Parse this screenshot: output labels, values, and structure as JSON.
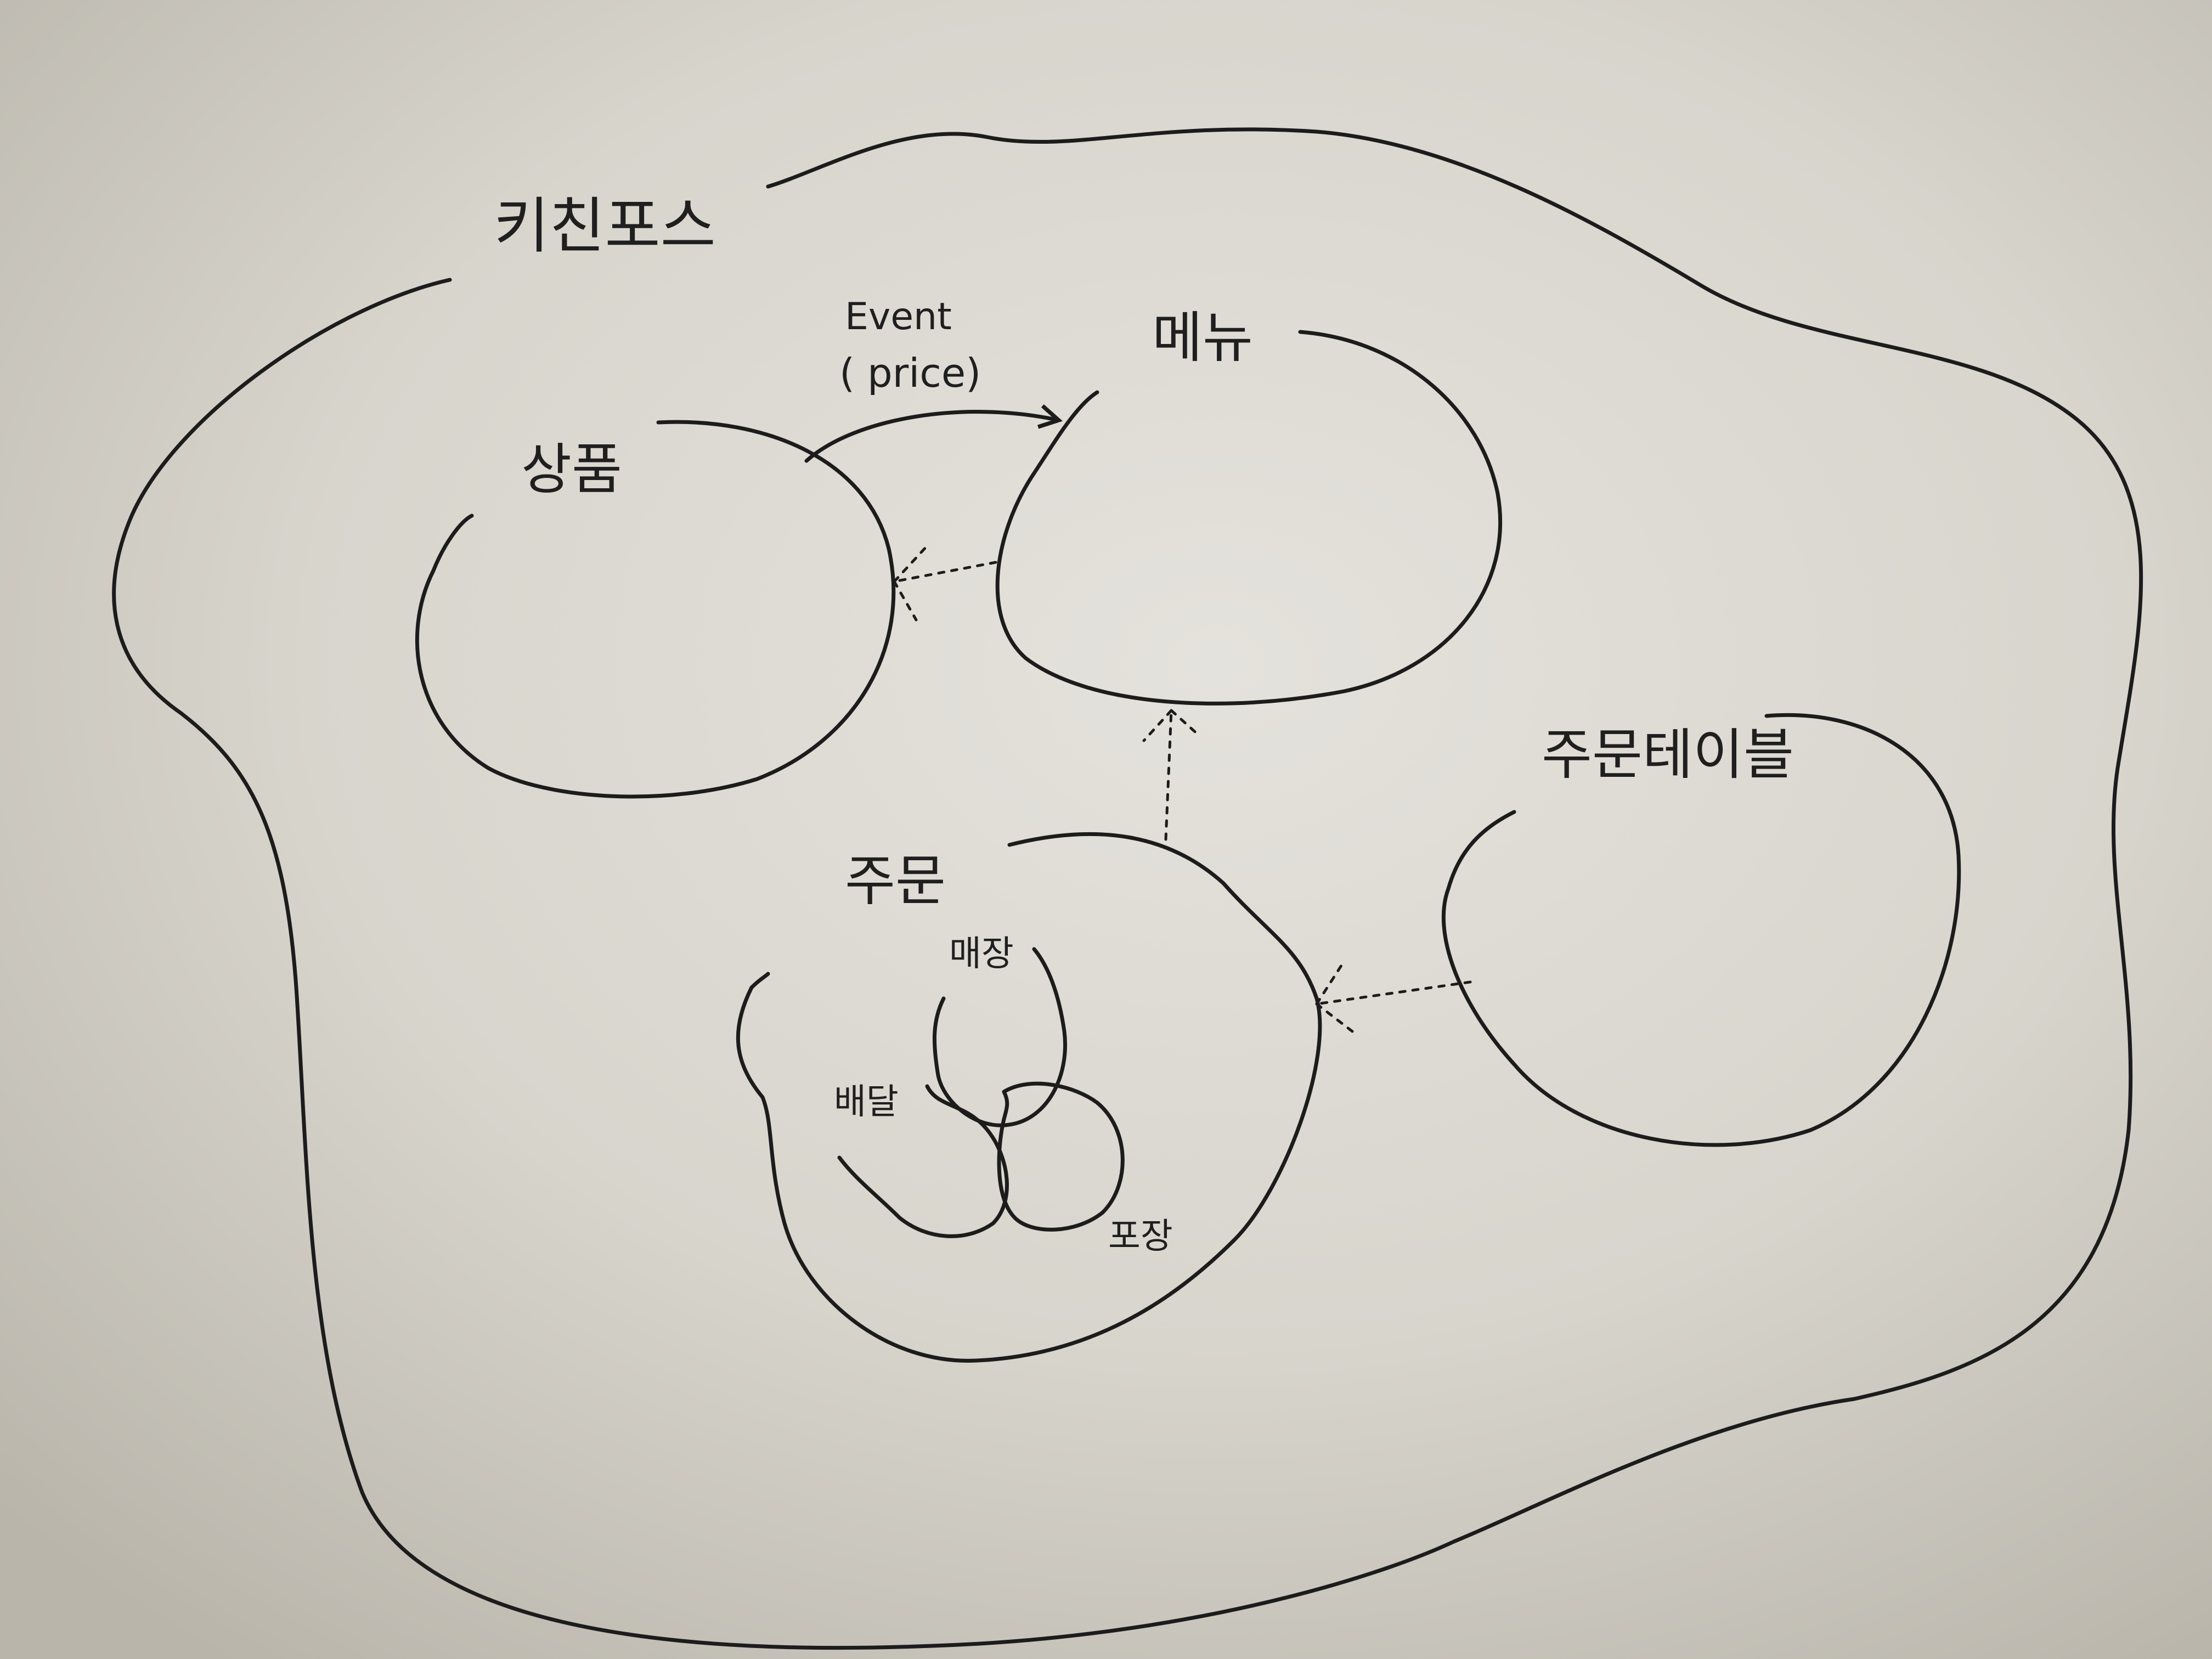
{
  "diagram": {
    "system": {
      "label": "키친포스"
    },
    "contexts": {
      "product": {
        "label": "상품"
      },
      "menu": {
        "label": "메뉴"
      },
      "order": {
        "label": "주문"
      },
      "order_table": {
        "label": "주문테이블"
      }
    },
    "event": {
      "label": "Event",
      "payload": "( price)"
    },
    "order_subdomains": {
      "store": {
        "label": "매장"
      },
      "delivery": {
        "label": "배달"
      },
      "takeout": {
        "label": "포장"
      }
    }
  }
}
